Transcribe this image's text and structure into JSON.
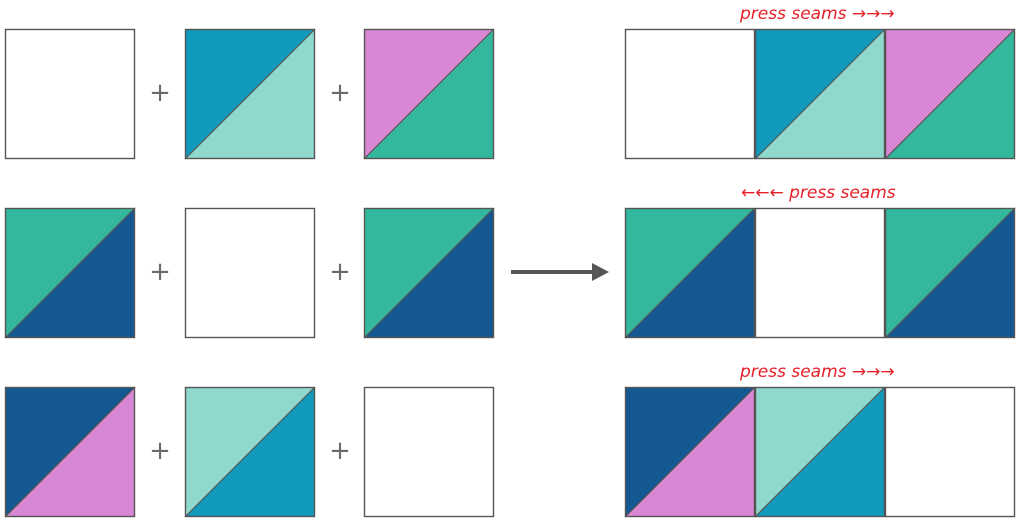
{
  "colors": {
    "white": "#ffffff",
    "teal_blue": "#109abd",
    "aqua": "#8ed8cd",
    "pink": "#d787d4",
    "green": "#34b89d",
    "navy": "#135890",
    "outline": "#555555",
    "arrow": "#555555",
    "note": "#e8202a"
  },
  "plus_sign": "+",
  "rows": [
    {
      "blocks": [
        {
          "type": "solid",
          "fill": "white"
        },
        {
          "type": "hst",
          "diagonal": "bl-tr",
          "upper_left": "teal_blue",
          "lower_right": "aqua"
        },
        {
          "type": "hst",
          "diagonal": "bl-tr",
          "upper_left": "pink",
          "lower_right": "green"
        }
      ],
      "press_note": "press seams →→→"
    },
    {
      "blocks": [
        {
          "type": "hst",
          "diagonal": "bl-tr",
          "upper_left": "green",
          "lower_right": "navy"
        },
        {
          "type": "solid",
          "fill": "white"
        },
        {
          "type": "hst",
          "diagonal": "bl-tr",
          "upper_left": "green",
          "lower_right": "navy"
        }
      ],
      "press_note": "←←← press seams"
    },
    {
      "blocks": [
        {
          "type": "hst",
          "diagonal": "bl-tr",
          "upper_left": "navy",
          "lower_right": "pink"
        },
        {
          "type": "hst",
          "diagonal": "bl-tr",
          "upper_left": "aqua",
          "lower_right": "teal_blue"
        },
        {
          "type": "solid",
          "fill": "white"
        }
      ],
      "press_note": "press seams →→→"
    }
  ]
}
